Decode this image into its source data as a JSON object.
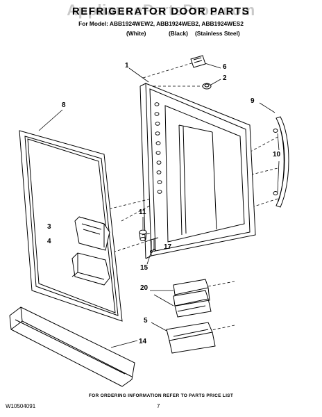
{
  "watermark": "AppliancePartsPros.com",
  "header": {
    "title": "REFRIGERATOR DOOR PARTS",
    "model_line": "For Model: ABB1924WEW2, ABB1924WEB2, ABB1924WES2",
    "variants": [
      "(White)",
      "(Black)",
      "(Stainless Steel)"
    ]
  },
  "callouts": [
    "1",
    "2",
    "3",
    "4",
    "5",
    "6",
    "8",
    "9",
    "10",
    "11",
    "14",
    "15",
    "17",
    "20"
  ],
  "footer": {
    "doc_number": "W10504091",
    "page": "7",
    "order_note": "FOR ORDERING INFORMATION REFER TO PARTS PRICE LIST"
  }
}
